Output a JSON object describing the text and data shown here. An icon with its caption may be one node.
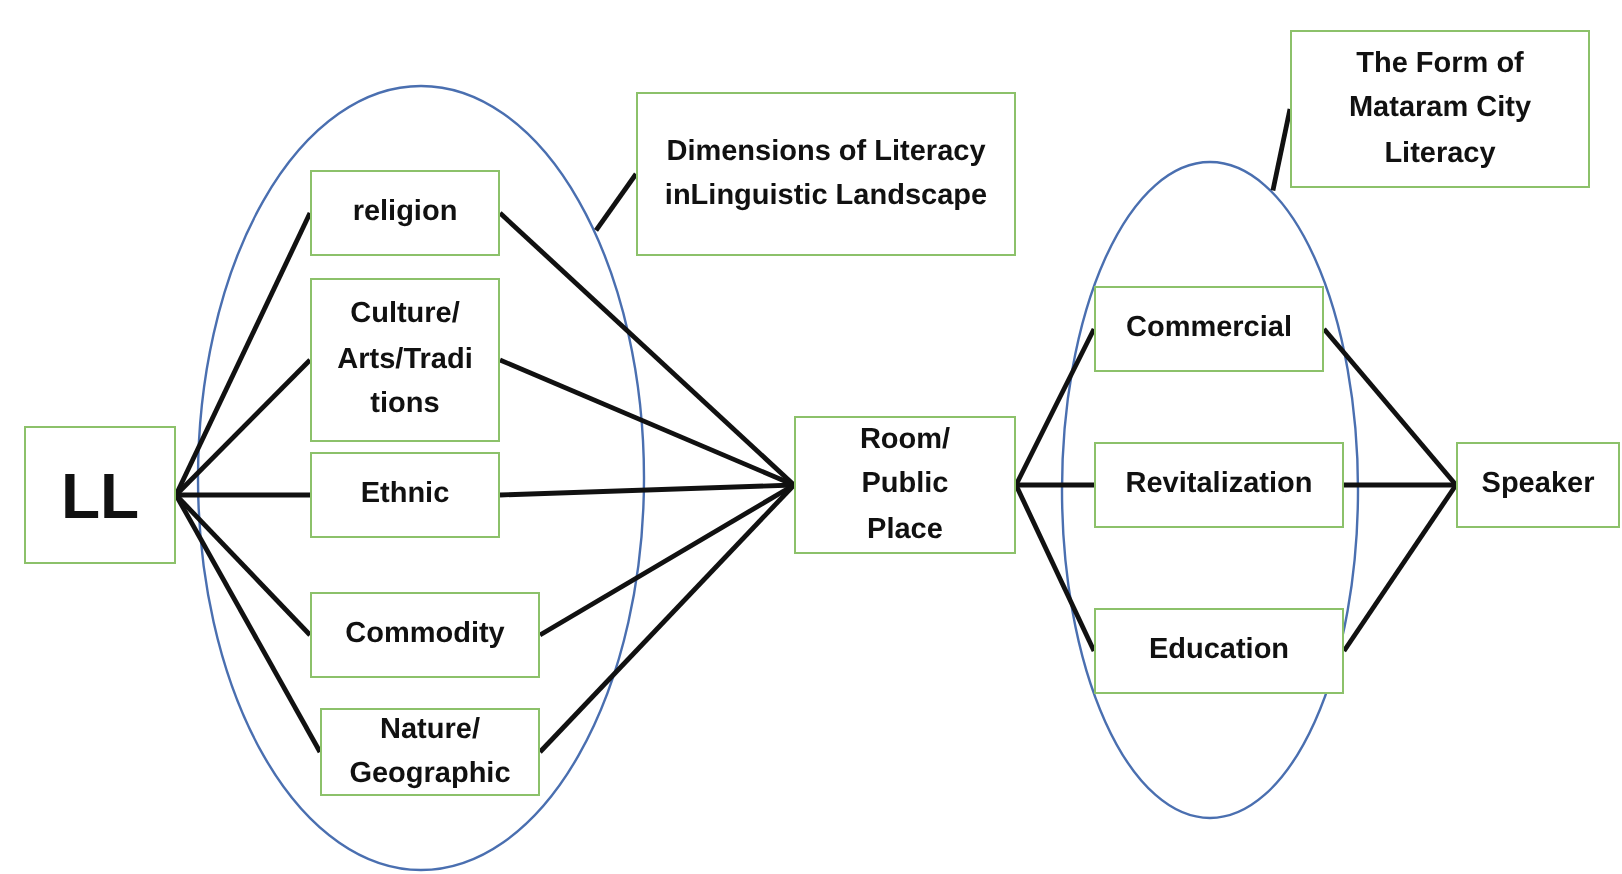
{
  "diagram": {
    "nodes": [
      {
        "text": [
          "LL"
        ]
      },
      {
        "text": [],
        "shape": "ellipse"
      },
      {
        "text": [
          "religion"
        ],
        "in": 1
      },
      {
        "text": [
          "Culture/ Arts/Tradi tions"
        ],
        "in": 1
      },
      {
        "text": [
          "Ethnic"
        ],
        "in": 1
      },
      {
        "text": [
          "Commodity"
        ],
        "in": 1
      },
      {
        "text": [
          "Nature/ Geographic"
        ],
        "in": 1
      },
      {
        "text": [
          "Dimensions of Literacy inLinguistic Landscape"
        ]
      },
      {
        "text": [
          "Room/ Public Place"
        ]
      },
      {
        "text": [
          "The Form of Mataram City Literacy"
        ]
      },
      {
        "text": [],
        "shape": "ellipse"
      },
      {
        "text": [
          "Commercial"
        ],
        "in": 10
      },
      {
        "text": [
          "Revitalization"
        ],
        "in": 10
      },
      {
        "text": [
          "Education"
        ],
        "in": 10
      },
      {
        "text": [
          "Speaker"
        ]
      }
    ],
    "edges": [
      {
        "from": 0,
        "to": 2,
        "arrow": "none"
      },
      {
        "from": 0,
        "to": 3,
        "arrow": "none"
      },
      {
        "from": 0,
        "to": 4,
        "arrow": "none"
      },
      {
        "from": 0,
        "to": 5,
        "arrow": "none"
      },
      {
        "from": 0,
        "to": 6,
        "arrow": "none"
      },
      {
        "from": 2,
        "to": 8,
        "arrow": "none"
      },
      {
        "from": 3,
        "to": 8,
        "arrow": "none"
      },
      {
        "from": 4,
        "to": 8,
        "arrow": "none"
      },
      {
        "from": 5,
        "to": 8,
        "arrow": "none"
      },
      {
        "from": 6,
        "to": 8,
        "arrow": "none"
      },
      {
        "from": 1,
        "to": 7,
        "arrow": "none"
      },
      {
        "from": 8,
        "to": 11,
        "arrow": "none"
      },
      {
        "from": 8,
        "to": 12,
        "arrow": "none"
      },
      {
        "from": 8,
        "to": 13,
        "arrow": "none"
      },
      {
        "from": 11,
        "to": 14,
        "arrow": "none"
      },
      {
        "from": 12,
        "to": 14,
        "arrow": "none"
      },
      {
        "from": 13,
        "to": 14,
        "arrow": "none"
      },
      {
        "from": 10,
        "to": 9,
        "arrow": "none"
      }
    ]
  }
}
